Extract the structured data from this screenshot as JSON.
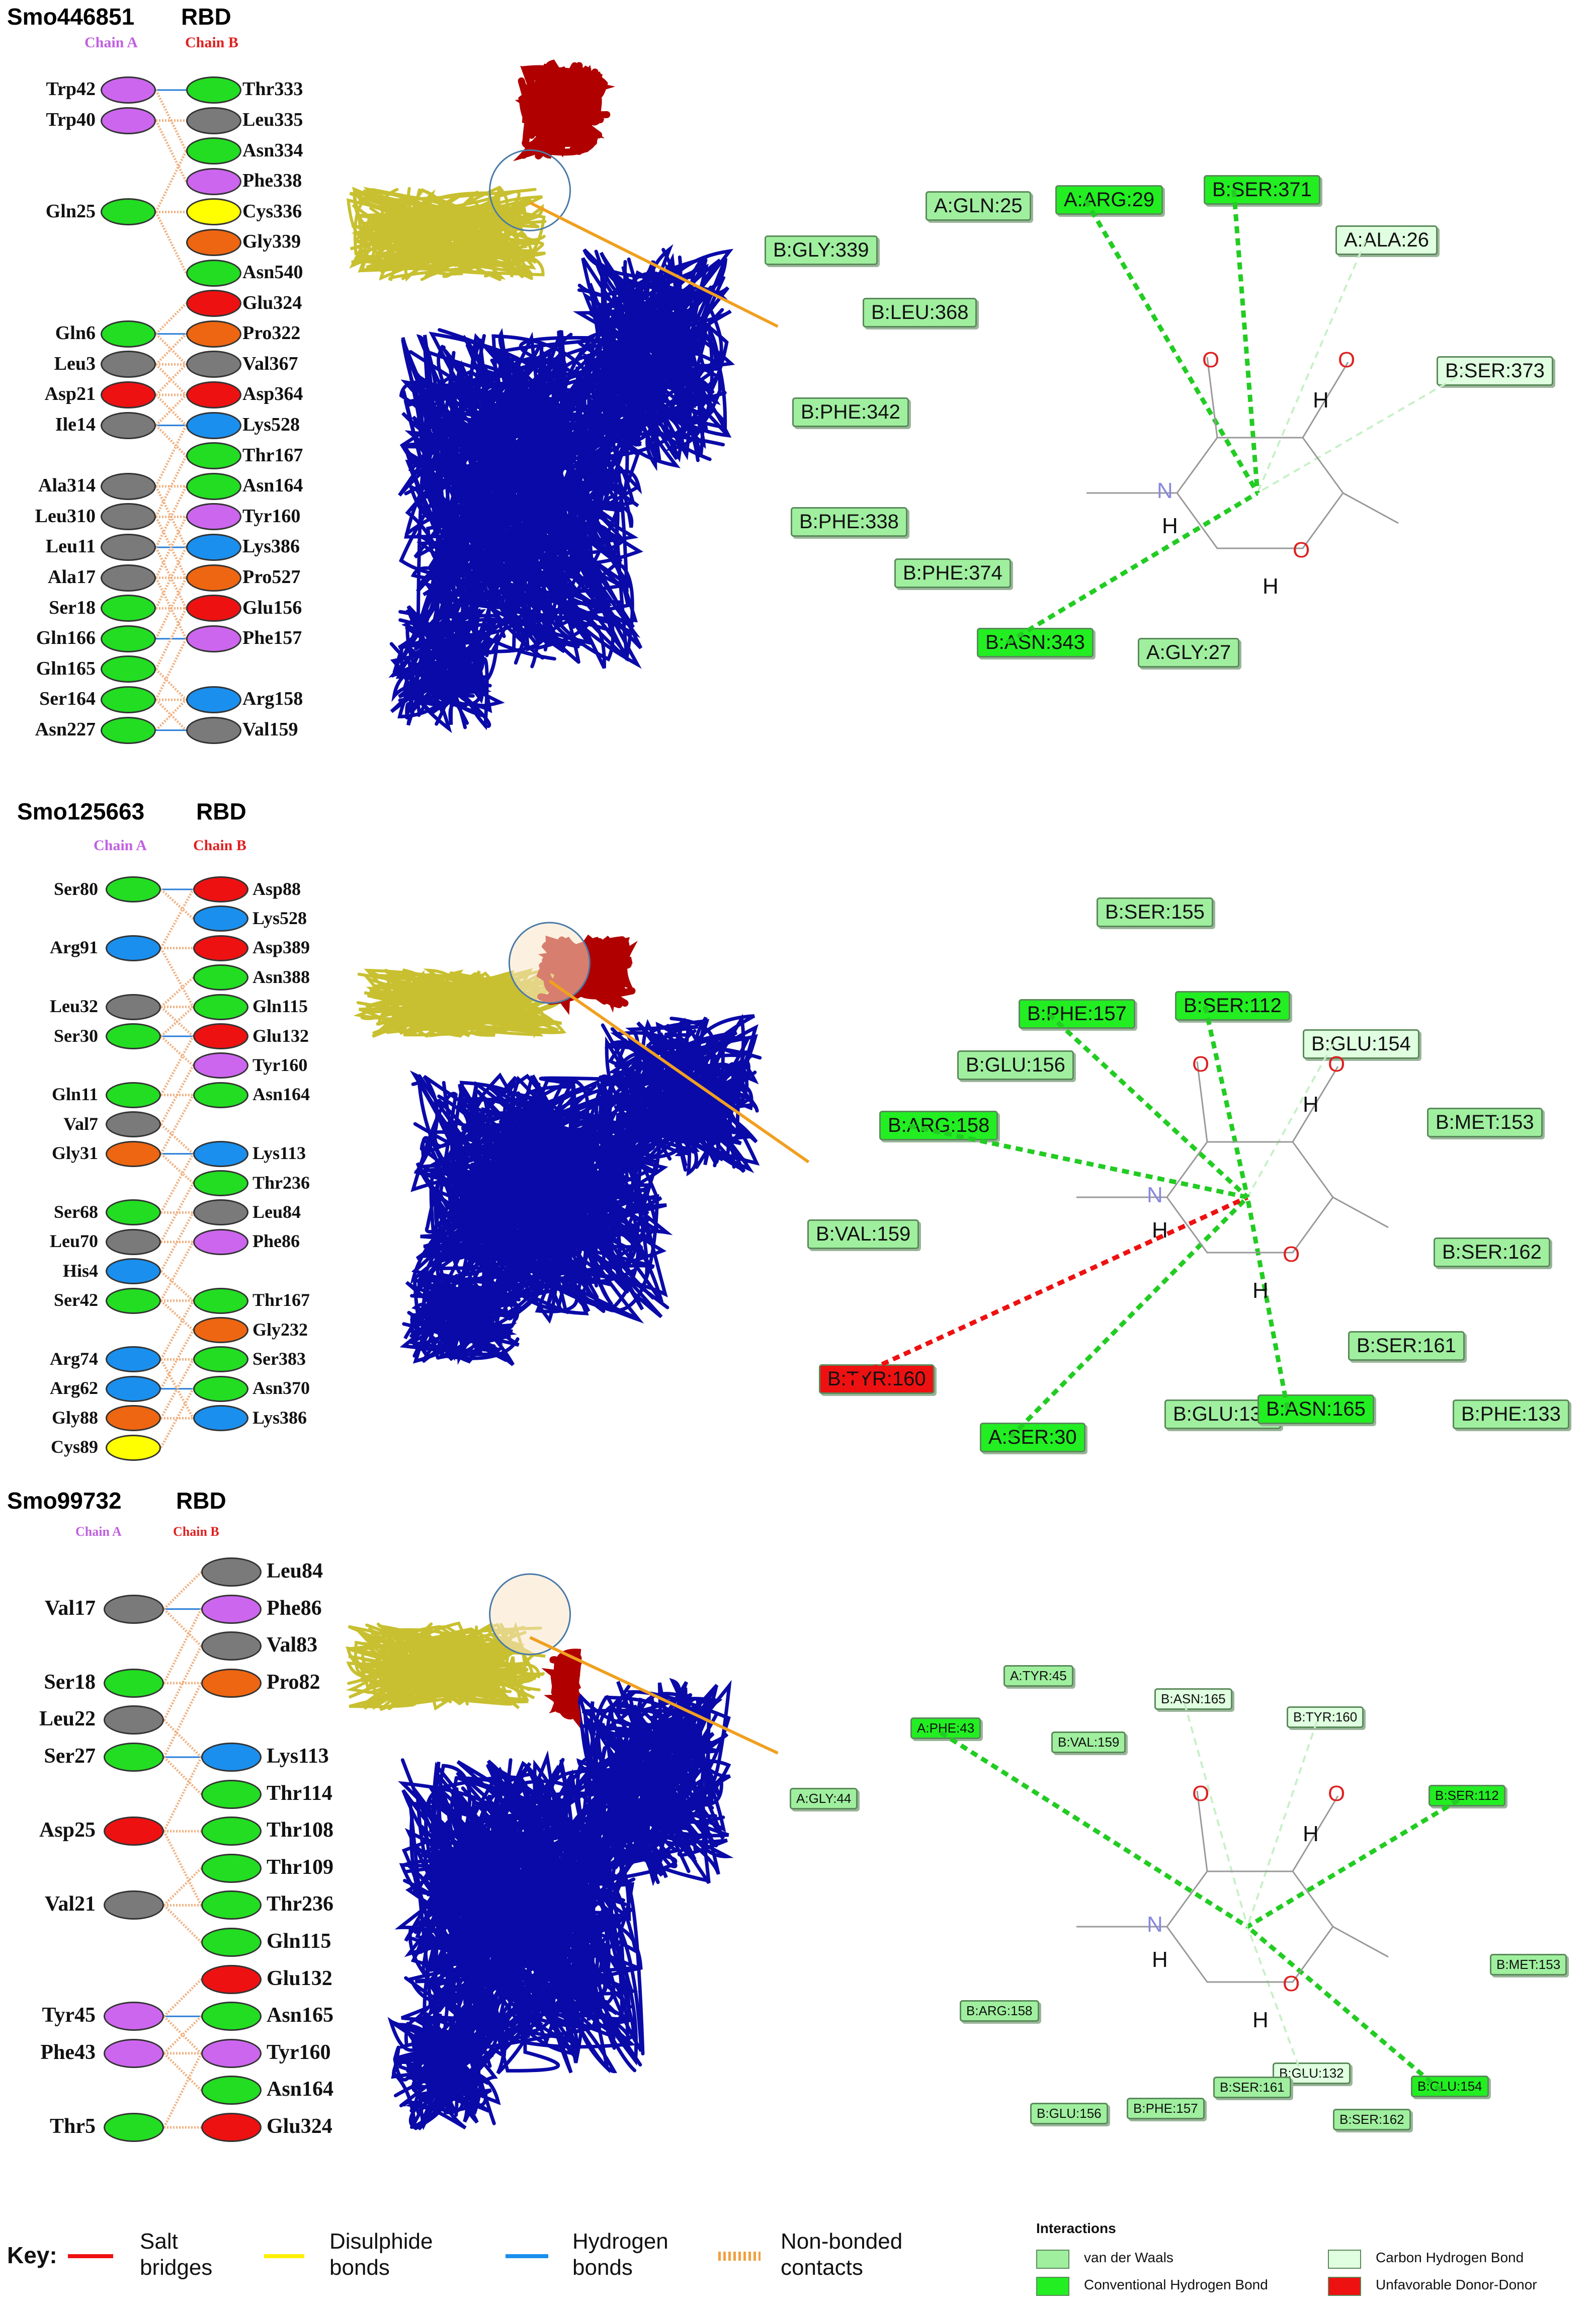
{
  "colors": {
    "chain_a_header": "#c060e0",
    "chain_b_header": "#e02020",
    "green": "#22dd22",
    "gray": "#7a7a7a",
    "purple": "#cc66ee",
    "yellow": "#ffff00",
    "orange": "#ee6611",
    "red": "#ee1111",
    "blue": "#1a8fee",
    "vdw": "#9fef9f",
    "conv_hbond": "#22ee22",
    "ch_bond": "#e0ffe0",
    "unfav": "#ee1111",
    "protein_blue": "#0a0aa8",
    "protein_yellow": "#c8c030",
    "protein_red": "#b00000",
    "arrow": "#f0a020"
  },
  "panels": [
    {
      "title": "Smo446851",
      "rbd": "RBD",
      "chainA": "Chain A",
      "chainB": "Chain B",
      "left": [
        {
          "label": "Trp42",
          "color": "purple",
          "row": 0
        },
        {
          "label": "Trp40",
          "color": "purple",
          "row": 1
        },
        {
          "label": "Gln25",
          "color": "green",
          "row": 4
        },
        {
          "label": "Gln6",
          "color": "green",
          "row": 8
        },
        {
          "label": "Leu3",
          "color": "gray",
          "row": 9
        },
        {
          "label": "Asp21",
          "color": "red",
          "row": 10
        },
        {
          "label": "Ile14",
          "color": "gray",
          "row": 11
        },
        {
          "label": "Ala314",
          "color": "gray",
          "row": 13
        },
        {
          "label": "Leu310",
          "color": "gray",
          "row": 14
        },
        {
          "label": "Leu11",
          "color": "gray",
          "row": 15
        },
        {
          "label": "Ala17",
          "color": "gray",
          "row": 16
        },
        {
          "label": "Ser18",
          "color": "green",
          "row": 17
        },
        {
          "label": "Gln166",
          "color": "green",
          "row": 18
        },
        {
          "label": "Gln165",
          "color": "green",
          "row": 19
        },
        {
          "label": "Ser164",
          "color": "green",
          "row": 20
        },
        {
          "label": "Asn227",
          "color": "green",
          "row": 21
        }
      ],
      "right": [
        {
          "label": "Thr333",
          "color": "green",
          "row": 0
        },
        {
          "label": "Leu335",
          "color": "gray",
          "row": 1
        },
        {
          "label": "Asn334",
          "color": "green",
          "row": 2
        },
        {
          "label": "Phe338",
          "color": "purple",
          "row": 3
        },
        {
          "label": "Cys336",
          "color": "yellow",
          "row": 4
        },
        {
          "label": "Gly339",
          "color": "orange",
          "row": 5
        },
        {
          "label": "Asn540",
          "color": "green",
          "row": 6
        },
        {
          "label": "Glu324",
          "color": "red",
          "row": 7
        },
        {
          "label": "Pro322",
          "color": "orange",
          "row": 8
        },
        {
          "label": "Val367",
          "color": "gray",
          "row": 9
        },
        {
          "label": "Asp364",
          "color": "red",
          "row": 10
        },
        {
          "label": "Lys528",
          "color": "blue",
          "row": 11
        },
        {
          "label": "Thr167",
          "color": "green",
          "row": 12
        },
        {
          "label": "Asn164",
          "color": "green",
          "row": 13
        },
        {
          "label": "Tyr160",
          "color": "purple",
          "row": 14
        },
        {
          "label": "Lys386",
          "color": "blue",
          "row": 15
        },
        {
          "label": "Pro527",
          "color": "orange",
          "row": 16
        },
        {
          "label": "Glu156",
          "color": "red",
          "row": 17
        },
        {
          "label": "Phe157",
          "color": "purple",
          "row": 18
        },
        {
          "label": "Arg158",
          "color": "blue",
          "row": 20
        },
        {
          "label": "Val159",
          "color": "gray",
          "row": 21
        }
      ],
      "tags": [
        {
          "label": "A:GLN:25",
          "type": "vdw"
        },
        {
          "label": "A:ARG:29",
          "type": "conv"
        },
        {
          "label": "B:SER:371",
          "type": "conv"
        },
        {
          "label": "A:ALA:26",
          "type": "ch"
        },
        {
          "label": "B:GLY:339",
          "type": "vdw"
        },
        {
          "label": "B:LEU:368",
          "type": "vdw"
        },
        {
          "label": "B:SER:373",
          "type": "ch"
        },
        {
          "label": "B:PHE:342",
          "type": "vdw"
        },
        {
          "label": "B:PHE:338",
          "type": "vdw"
        },
        {
          "label": "B:PHE:374",
          "type": "vdw"
        },
        {
          "label": "B:ASN:343",
          "type": "conv"
        },
        {
          "label": "A:GLY:27",
          "type": "vdw"
        }
      ]
    },
    {
      "title": "Smo125663",
      "rbd": "RBD",
      "chainA": "Chain A",
      "chainB": "Chain B",
      "left": [
        {
          "label": "Ser80",
          "color": "green",
          "row": 0
        },
        {
          "label": "Arg91",
          "color": "blue",
          "row": 2
        },
        {
          "label": "Leu32",
          "color": "gray",
          "row": 4
        },
        {
          "label": "Ser30",
          "color": "green",
          "row": 5
        },
        {
          "label": "Gln11",
          "color": "green",
          "row": 7
        },
        {
          "label": "Val7",
          "color": "gray",
          "row": 8
        },
        {
          "label": "Gly31",
          "color": "orange",
          "row": 9
        },
        {
          "label": "Ser68",
          "color": "green",
          "row": 11
        },
        {
          "label": "Leu70",
          "color": "gray",
          "row": 12
        },
        {
          "label": "His4",
          "color": "blue",
          "row": 13
        },
        {
          "label": "Ser42",
          "color": "green",
          "row": 14
        },
        {
          "label": "Arg74",
          "color": "blue",
          "row": 16
        },
        {
          "label": "Arg62",
          "color": "blue",
          "row": 17
        },
        {
          "label": "Gly88",
          "color": "orange",
          "row": 18
        },
        {
          "label": "Cys89",
          "color": "yellow",
          "row": 19
        }
      ],
      "right": [
        {
          "label": "Asp88",
          "color": "red",
          "row": 0
        },
        {
          "label": "Lys528",
          "color": "blue",
          "row": 1
        },
        {
          "label": "Asp389",
          "color": "red",
          "row": 2
        },
        {
          "label": "Asn388",
          "color": "green",
          "row": 3
        },
        {
          "label": "Gln115",
          "color": "green",
          "row": 4
        },
        {
          "label": "Glu132",
          "color": "red",
          "row": 5
        },
        {
          "label": "Tyr160",
          "color": "purple",
          "row": 6
        },
        {
          "label": "Asn164",
          "color": "green",
          "row": 7
        },
        {
          "label": "Lys113",
          "color": "blue",
          "row": 9
        },
        {
          "label": "Thr236",
          "color": "green",
          "row": 10
        },
        {
          "label": "Leu84",
          "color": "gray",
          "row": 11
        },
        {
          "label": "Phe86",
          "color": "purple",
          "row": 12
        },
        {
          "label": "Thr167",
          "color": "green",
          "row": 14
        },
        {
          "label": "Gly232",
          "color": "orange",
          "row": 15
        },
        {
          "label": "Ser383",
          "color": "green",
          "row": 16
        },
        {
          "label": "Asn370",
          "color": "green",
          "row": 17
        },
        {
          "label": "Lys386",
          "color": "blue",
          "row": 18
        }
      ],
      "tags": [
        {
          "label": "B:SER:155",
          "type": "vdw"
        },
        {
          "label": "B:PHE:157",
          "type": "conv"
        },
        {
          "label": "B:SER:112",
          "type": "conv"
        },
        {
          "label": "B:GLU:156",
          "type": "vdw"
        },
        {
          "label": "B:GLU:154",
          "type": "ch"
        },
        {
          "label": "B:ARG:158",
          "type": "conv"
        },
        {
          "label": "B:MET:153",
          "type": "vdw"
        },
        {
          "label": "B:VAL:159",
          "type": "vdw"
        },
        {
          "label": "B:SER:162",
          "type": "vdw"
        },
        {
          "label": "B:SER:161",
          "type": "vdw"
        },
        {
          "label": "B:TYR:160",
          "type": "unfav"
        },
        {
          "label": "B:GLU:132",
          "type": "vdw"
        },
        {
          "label": "B:ASN:165",
          "type": "conv"
        },
        {
          "label": "B:PHE:133",
          "type": "vdw"
        },
        {
          "label": "A:SER:30",
          "type": "conv"
        }
      ]
    },
    {
      "title": "Smo99732",
      "rbd": "RBD",
      "chainA": "Chain A",
      "chainB": "Chain B",
      "left": [
        {
          "label": "Val17",
          "color": "gray",
          "row": 1
        },
        {
          "label": "Ser18",
          "color": "green",
          "row": 3
        },
        {
          "label": "Leu22",
          "color": "gray",
          "row": 4
        },
        {
          "label": "Ser27",
          "color": "green",
          "row": 5
        },
        {
          "label": "Asp25",
          "color": "red",
          "row": 7
        },
        {
          "label": "Val21",
          "color": "gray",
          "row": 9
        },
        {
          "label": "Tyr45",
          "color": "purple",
          "row": 12
        },
        {
          "label": "Phe43",
          "color": "purple",
          "row": 13
        },
        {
          "label": "Thr5",
          "color": "green",
          "row": 15
        }
      ],
      "right": [
        {
          "label": "Leu84",
          "color": "gray",
          "row": 0
        },
        {
          "label": "Phe86",
          "color": "purple",
          "row": 1
        },
        {
          "label": "Val83",
          "color": "gray",
          "row": 2
        },
        {
          "label": "Pro82",
          "color": "orange",
          "row": 3
        },
        {
          "label": "Lys113",
          "color": "blue",
          "row": 5
        },
        {
          "label": "Thr114",
          "color": "green",
          "row": 6
        },
        {
          "label": "Thr108",
          "color": "green",
          "row": 7
        },
        {
          "label": "Thr109",
          "color": "green",
          "row": 8
        },
        {
          "label": "Thr236",
          "color": "green",
          "row": 9
        },
        {
          "label": "Gln115",
          "color": "green",
          "row": 10
        },
        {
          "label": "Glu132",
          "color": "red",
          "row": 11
        },
        {
          "label": "Asn165",
          "color": "green",
          "row": 12
        },
        {
          "label": "Tyr160",
          "color": "purple",
          "row": 13
        },
        {
          "label": "Asn164",
          "color": "green",
          "row": 14
        },
        {
          "label": "Glu324",
          "color": "red",
          "row": 15
        }
      ],
      "tags": [
        {
          "label": "A:TYR:45",
          "type": "vdw"
        },
        {
          "label": "B:ASN:165",
          "type": "ch"
        },
        {
          "label": "B:TYR:160",
          "type": "ch"
        },
        {
          "label": "A:PHE:43",
          "type": "conv"
        },
        {
          "label": "B:VAL:159",
          "type": "vdw"
        },
        {
          "label": "A:GLY:44",
          "type": "vdw"
        },
        {
          "label": "B:SER:112",
          "type": "conv"
        },
        {
          "label": "B:MET:153",
          "type": "vdw"
        },
        {
          "label": "B:ARG:158",
          "type": "vdw"
        },
        {
          "label": "B:GLU:132",
          "type": "ch"
        },
        {
          "label": "B:SER:161",
          "type": "vdw"
        },
        {
          "label": "B:GLU:154",
          "type": "conv"
        },
        {
          "label": "B:GLU:156",
          "type": "vdw"
        },
        {
          "label": "B:PHE:157",
          "type": "vdw"
        },
        {
          "label": "B:SER:162",
          "type": "vdw"
        }
      ]
    }
  ],
  "atoms": {
    "O": "O",
    "N": "N",
    "H": "H"
  },
  "key": {
    "title": "Key:",
    "salt": "Salt bridges",
    "disulphide": "Disulphide bonds",
    "hbond": "Hydrogen bonds",
    "nonbonded": "Non-bonded contacts"
  },
  "interactions": {
    "title": "Interactions",
    "vdw": "van der Waals",
    "conv": "Conventional Hydrogen Bond",
    "ch": "Carbon Hydrogen Bond",
    "unfav": "Unfavorable Donor-Donor"
  }
}
